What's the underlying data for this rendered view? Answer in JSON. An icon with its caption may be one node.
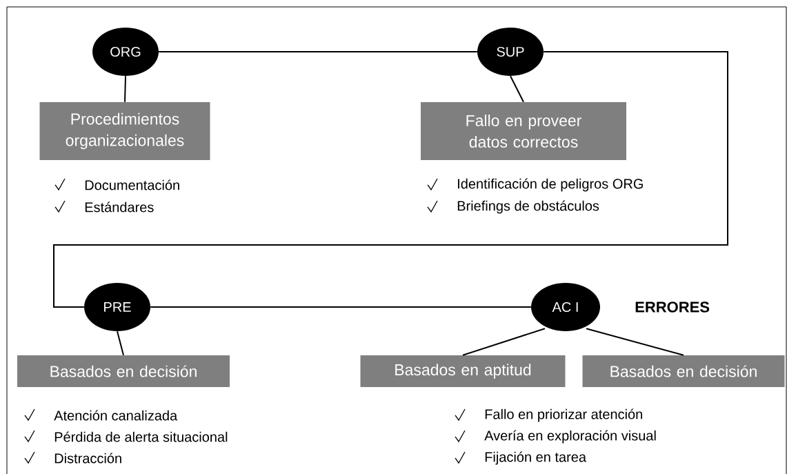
{
  "diagram": {
    "nodes": [
      {
        "text": [
          "ORG"
        ]
      },
      {
        "text": [
          "SUP"
        ]
      },
      {
        "text": [
          "Procedimientos organizacionales"
        ]
      },
      {
        "text": [
          "Fallo en proveer datos correctos"
        ]
      },
      {
        "text": [
          "PRE"
        ]
      },
      {
        "text": [
          "AC I"
        ]
      },
      {
        "text": [
          "Basados en decisión"
        ]
      },
      {
        "text": [
          "Basados en aptitud"
        ]
      },
      {
        "text": [
          "Basados en decisión"
        ]
      }
    ],
    "edges": [
      {
        "from": 0,
        "to": 1,
        "arrow": "none"
      },
      {
        "from": 0,
        "to": 2,
        "arrow": "none"
      },
      {
        "from": 1,
        "to": 3,
        "arrow": "none"
      },
      {
        "from": 1,
        "to": 4,
        "arrow": "none"
      },
      {
        "from": 4,
        "to": 5,
        "arrow": "none"
      },
      {
        "from": 4,
        "to": 6,
        "arrow": "none"
      },
      {
        "from": 5,
        "to": 7,
        "arrow": "none"
      },
      {
        "from": 5,
        "to": 8,
        "arrow": "none"
      }
    ],
    "labels": [
      "Documentación",
      "Estándares",
      "Identificación de peligros ORG",
      "Briefings de obstáculos",
      "ERRORES",
      "Atención canalizada",
      "Pérdida de alerta situacional",
      "Distracción",
      "Fallo en priorizar atención",
      "Avería en exploración visual",
      "Fijación en tarea"
    ]
  }
}
